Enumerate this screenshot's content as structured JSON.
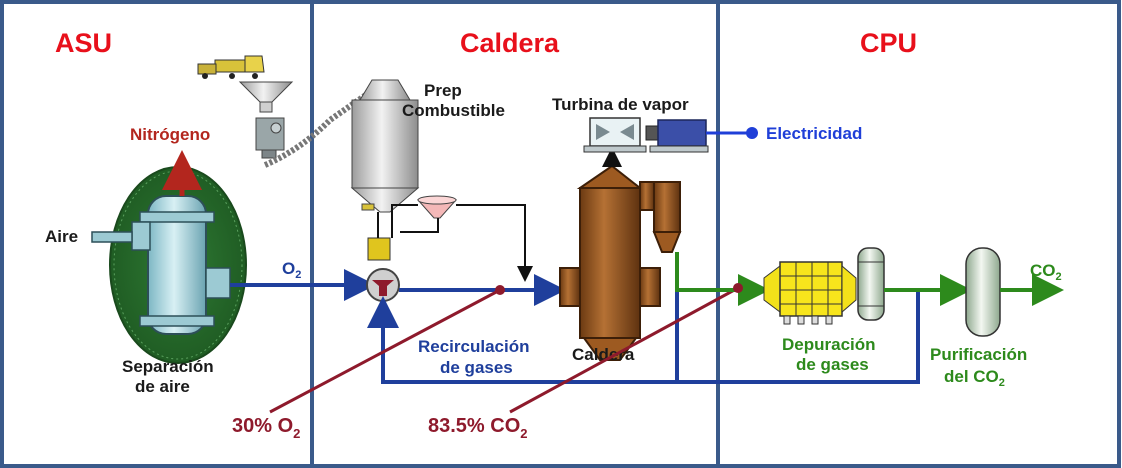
{
  "sections": {
    "asu": "ASU",
    "caldera": "Caldera",
    "cpu": "CPU"
  },
  "labels": {
    "nitrogeno": "Nitrógeno",
    "aire": "Aire",
    "o2_prefix": "O",
    "o2_sub": "2",
    "separacion_line1": "Separación",
    "separacion_line2": "de aire",
    "prep_line1": "Prep",
    "prep_line2": "Combustible",
    "turbina": "Turbina de vapor",
    "electricidad": "Electricidad",
    "recirc_line1": "Recirculación",
    "recirc_line2": "de gases",
    "caldera_unit": "Caldera",
    "depuracion_line1": "Depuración",
    "depuracion_line2": "de gases",
    "purificacion_line1": "Purificación",
    "purificacion_line2_prefix": "del CO",
    "purificacion_line2_sub": "2",
    "co2_out_prefix": "CO",
    "co2_out_sub": "2",
    "pct_o2_prefix": "30% O",
    "pct_o2_sub": "2",
    "pct_co2_prefix": "83.5% CO",
    "pct_co2_sub": "2"
  },
  "colors": {
    "frame": "#3a5a8a",
    "section_title": "#e8101b",
    "blue_flow": "#1f3f9c",
    "green_flow": "#2d8a1c",
    "maroon": "#8e1a2c",
    "nitrogen_arrow": "#b3261e"
  }
}
